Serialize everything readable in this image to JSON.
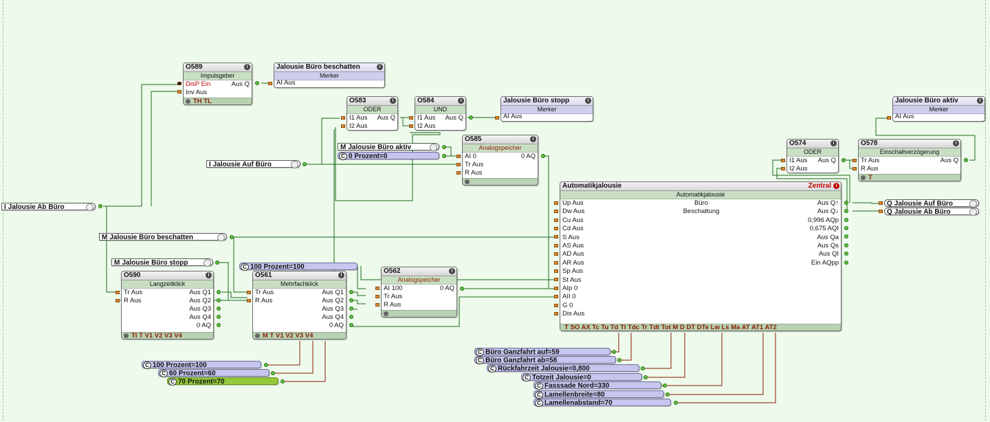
{
  "inputs": {
    "jalousie_ab": {
      "tag": "I",
      "label": "Jalousie  Ab Büro"
    },
    "jalousie_auf": {
      "tag": "I",
      "label": "Jalousie Auf Büro"
    },
    "merker_beschatten": {
      "tag": "M",
      "label": "Jalousie Büro beschatten"
    },
    "merker_stopp": {
      "tag": "M",
      "label": "Jalousie Büro stopp"
    },
    "merker_aktiv": {
      "tag": "M",
      "label": "Jalousie Büro aktiv"
    }
  },
  "blocks": {
    "o589": {
      "id": "O589",
      "type": "Impulsgeber",
      "in": [
        "DisP Ein",
        "Inv Aus"
      ],
      "out": [
        "Aus Q"
      ],
      "params": "TH  TL"
    },
    "mk_beschatten": {
      "title": "Jalousie Büro beschatten",
      "type": "Merker",
      "in": [
        "AI Aus"
      ]
    },
    "o583": {
      "id": "O583",
      "type": "ODER",
      "in": [
        "I1 Aus",
        "I2 Aus"
      ],
      "out": [
        "Aus Q"
      ]
    },
    "o584": {
      "id": "O584",
      "type": "UND",
      "in": [
        "I1 Aus",
        "I2 Aus"
      ],
      "out": [
        "Aus Q"
      ]
    },
    "mk_stopp": {
      "title": "Jalousie Büro stopp",
      "type": "Merker",
      "in": [
        "AI Aus"
      ]
    },
    "o585": {
      "id": "O585",
      "type": "Analogspeicher",
      "in": [
        "AI 0",
        "Tr Aus",
        "R Aus"
      ],
      "out": [
        "0 AQ"
      ]
    },
    "mk_aktiv": {
      "title": "Jalousie Büro aktiv",
      "type": "Merker",
      "in": [
        "AI Aus"
      ]
    },
    "o574": {
      "id": "O574",
      "type": "ODER",
      "in": [
        "I1 Aus",
        "I2 Aus"
      ],
      "out": [
        "Aus Q"
      ]
    },
    "o578": {
      "id": "O578",
      "type": "Einschaltverzögerung",
      "in": [
        "Tr Aus",
        "R Aus"
      ],
      "out": [
        "Aus Q"
      ],
      "params": "T"
    },
    "o590": {
      "id": "O590",
      "type": "Langzeitklick",
      "in": [
        "Tr Aus",
        "R Aus"
      ],
      "out": [
        "Aus Q1",
        "Aus Q2",
        "Aus Q3",
        "Aus Q4",
        "0 AQ"
      ],
      "params": "TI   T   V1  V2  V3  V4"
    },
    "o561": {
      "id": "O561",
      "type": "Mehrfachklick",
      "in": [
        "Tr Aus",
        "R Aus"
      ],
      "out": [
        "Aus Q1",
        "Aus Q2",
        "Aus Q3",
        "Aus Q4",
        "0 AQ"
      ],
      "params": "M   T   V1  V2  V3  V4"
    },
    "o562": {
      "id": "O562",
      "type": "Analogspeicher",
      "in": [
        "AI 100",
        "Tr Aus",
        "R Aus"
      ],
      "out": [
        "0 AQ"
      ]
    },
    "auto": {
      "title": "Automatikjalousie",
      "type": "Automatikjalousie",
      "zentral": "Zentral",
      "center_lines": [
        "Büro",
        "Beschattung"
      ],
      "in": [
        "Up Aus",
        "Dw Aus",
        "Cu Aus",
        "Cd Aus",
        "S Aus",
        "AS Aus",
        "AD Aus",
        "AR Aus",
        "Sp Aus",
        "St Aus",
        "AIp 0",
        "AII 0",
        "G 0",
        "Dis Aus"
      ],
      "out": [
        "Aus Q↑",
        "Aus Q↓",
        "0,996 AQp",
        "0,675 AQI",
        "Aus Qa",
        "Aus Qs",
        "Aus QI",
        "Ein AQpp"
      ],
      "params": "T  SO  AX  Tc  Tu  Td  TI  Tdc  Tr  Tdt  Tot  M   D   DT  DTe  Lw  Ls  Ma  AT  AT1  AT2"
    }
  },
  "outputs": {
    "q_auf": {
      "tag": "Q",
      "label": "Jalousie Auf Büro"
    },
    "q_ab": {
      "tag": "Q",
      "label": "Jalousie Ab Büro"
    }
  },
  "constants": {
    "c_0": "0 Prozent=0",
    "c_100a": "100 Prozent=100",
    "c_100b": "100 Prozent=100",
    "c_60": "60 Prozent=60",
    "c_70": "70 Prozent=70",
    "c_gf_auf": "Büro Ganzfahrt auf=59",
    "c_gf_ab": "Büro Ganzfahrt ab=58",
    "c_rueck": "Rückfahrzeit Jalousie=0,800",
    "c_tot": "Totzeit Jalousie=0",
    "c_nord": "Fasssade Nord=330",
    "c_lb": "Lamellenbreite=80",
    "c_la": "Lamellenabstand=70"
  },
  "colors": {
    "canvas": "#eefaec",
    "wire": "#1a6b1a",
    "wire_red": "#8b1a00",
    "merker": "#cfcfec",
    "constant": "#c6c6ee",
    "constant_active": "#95c93c"
  }
}
